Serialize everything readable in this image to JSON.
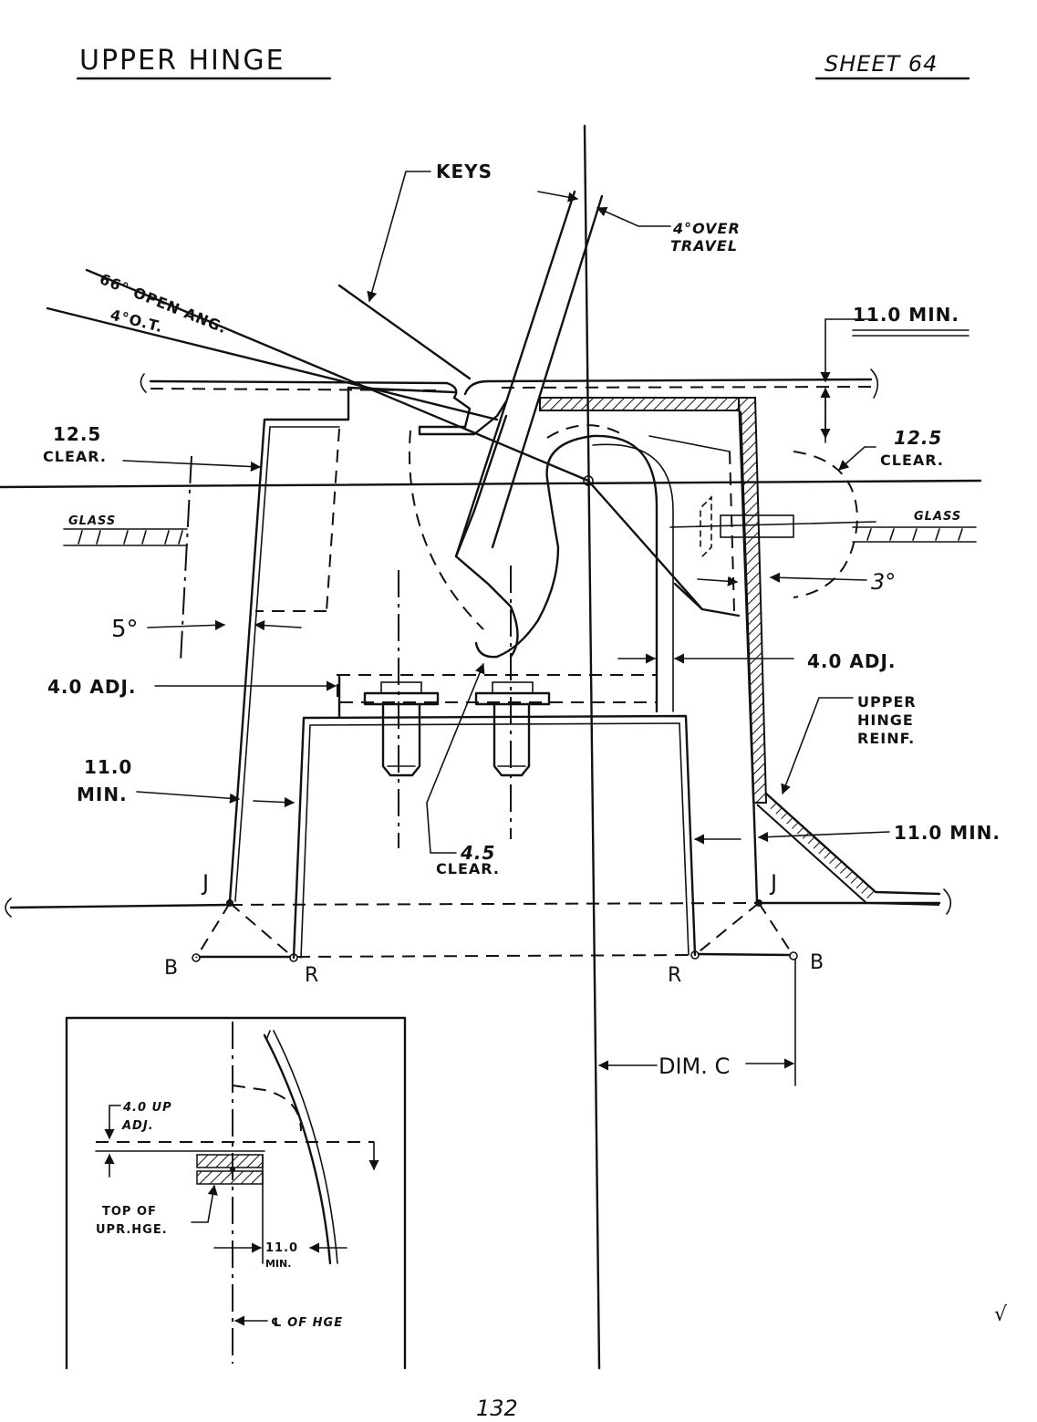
{
  "title": "UPPER HINGE",
  "sheet": "SHEET 64",
  "labels": {
    "keys": "KEYS",
    "over_travel_1": "4°OVER",
    "over_travel_2": "TRAVEL",
    "open_angle": "66° OPEN ANG.",
    "ot": "4°O.T.",
    "min_top": "11.0 MIN.",
    "clear_left_1": "12.5",
    "clear_left_2": "CLEAR.",
    "clear_right_1": "12.5",
    "clear_right_2": "CLEAR.",
    "glass_left": "GLASS",
    "glass_right": "GLASS",
    "angle_5": "5°",
    "angle_3": "3°",
    "adj_right": "4.0 ADJ.",
    "adj_left": "4.0 ADJ.",
    "reinf_1": "UPPER",
    "reinf_2": "HINGE",
    "reinf_3": "REINF.",
    "min_left_1": "11.0",
    "min_left_2": "MIN.",
    "clear_45_1": "4.5",
    "clear_45_2": "CLEAR.",
    "min_right": "11.0 MIN.",
    "j_left": "J",
    "j_right": "J",
    "b_left": "B",
    "b_right": "B",
    "r_left": "R",
    "r_right": "R",
    "dim_c": "DIM. C"
  },
  "inset": {
    "up_adj_1": "4.0 UP",
    "up_adj_2": "ADJ.",
    "top_of_1": "TOP OF",
    "top_of_2": "UPR.HGE.",
    "min_1": "11.0",
    "min_2": "MIN.",
    "cl_hge": "℄ OF HGE"
  },
  "page_number": "132",
  "check_mark": "√"
}
